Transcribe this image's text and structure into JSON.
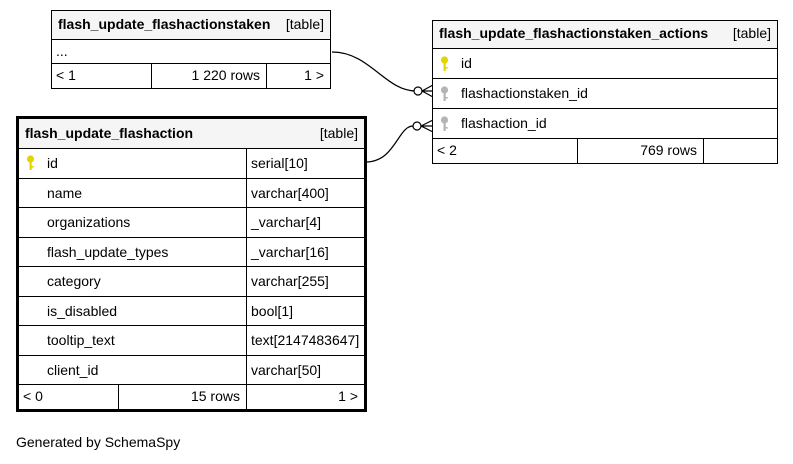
{
  "tables": {
    "flashactionstaken": {
      "name": "flash_update_flashactionstaken",
      "type": "[table]",
      "ellipsis": "...",
      "parents": "< 1",
      "rows": "1 220 rows",
      "children": "1 >"
    },
    "actions": {
      "name": "flash_update_flashactionstaken_actions",
      "type": "[table]",
      "columns": [
        {
          "name": "id",
          "key": "primary"
        },
        {
          "name": "flashactionstaken_id",
          "key": "foreign"
        },
        {
          "name": "flashaction_id",
          "key": "foreign"
        }
      ],
      "parents": "< 2",
      "rows": "769 rows",
      "children": ""
    },
    "flashaction": {
      "name": "flash_update_flashaction",
      "type": "[table]",
      "columns": [
        {
          "name": "id",
          "datatype": "serial[10]",
          "key": "primary"
        },
        {
          "name": "name",
          "datatype": "varchar[400]",
          "key": ""
        },
        {
          "name": "organizations",
          "datatype": "_varchar[4]",
          "key": ""
        },
        {
          "name": "flash_update_types",
          "datatype": "_varchar[16]",
          "key": ""
        },
        {
          "name": "category",
          "datatype": "varchar[255]",
          "key": ""
        },
        {
          "name": "is_disabled",
          "datatype": "bool[1]",
          "key": ""
        },
        {
          "name": "tooltip_text",
          "datatype": "text[2147483647]",
          "key": ""
        },
        {
          "name": "client_id",
          "datatype": "varchar[50]",
          "key": ""
        }
      ],
      "parents": "< 0",
      "rows": "15 rows",
      "children": "1 >"
    }
  },
  "colors": {
    "primary_key": "#e6d400",
    "foreign_key": "#b4b4b4",
    "header_bg": "#f5f5f5"
  },
  "footer": "Generated by SchemaSpy"
}
